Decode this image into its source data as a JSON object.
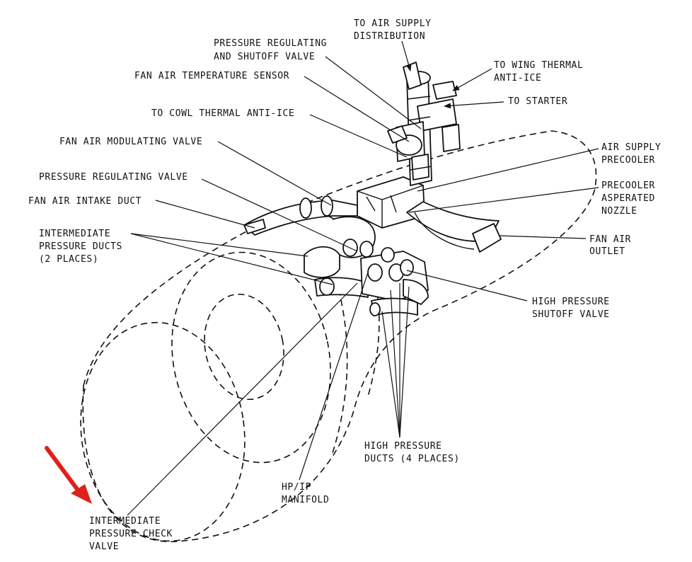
{
  "labels": {
    "to_air_supply": [
      "TO AIR SUPPLY",
      "DISTRIBUTION"
    ],
    "prsov": [
      "PRESSURE REGULATING",
      "AND SHUTOFF VALVE"
    ],
    "to_wing": [
      "TO WING THERMAL",
      "ANTI-ICE"
    ],
    "fan_air_temp_sensor": [
      "FAN AIR TEMPERATURE SENSOR"
    ],
    "to_starter": [
      "TO STARTER"
    ],
    "to_cowl": [
      "TO COWL THERMAL ANTI-ICE"
    ],
    "fan_air_modulating_valve": [
      "FAN AIR MODULATING VALVE"
    ],
    "air_supply_precooler": [
      "AIR SUPPLY",
      "PRECOOLER"
    ],
    "pressure_regulating_valve": [
      "PRESSURE REGULATING VALVE"
    ],
    "precooler_nozzle": [
      "PRECOOLER",
      "ASPERATED",
      "NOZZLE"
    ],
    "fan_air_intake_duct": [
      "FAN AIR INTAKE DUCT"
    ],
    "fan_air_outlet": [
      "FAN AIR",
      "OUTLET"
    ],
    "ip_ducts": [
      "INTERMEDIATE",
      "PRESSURE DUCTS",
      "(2 PLACES)"
    ],
    "hp_shutoff_valve": [
      "HIGH PRESSURE",
      "SHUTOFF VALVE"
    ],
    "hp_ducts": [
      "HIGH PRESSURE",
      "DUCTS (4 PLACES)"
    ],
    "hp_ip_manifold": [
      "HP/IP",
      "MANIFOLD"
    ],
    "ip_check_valve": [
      "INTERMEDIATE",
      "PRESSURE CHECK",
      "VALVE"
    ]
  },
  "colors": {
    "ink": "#111111",
    "highlight_arrow": "#e0201b"
  },
  "icons": {
    "highlight": "red-pointer-arrow-icon"
  }
}
